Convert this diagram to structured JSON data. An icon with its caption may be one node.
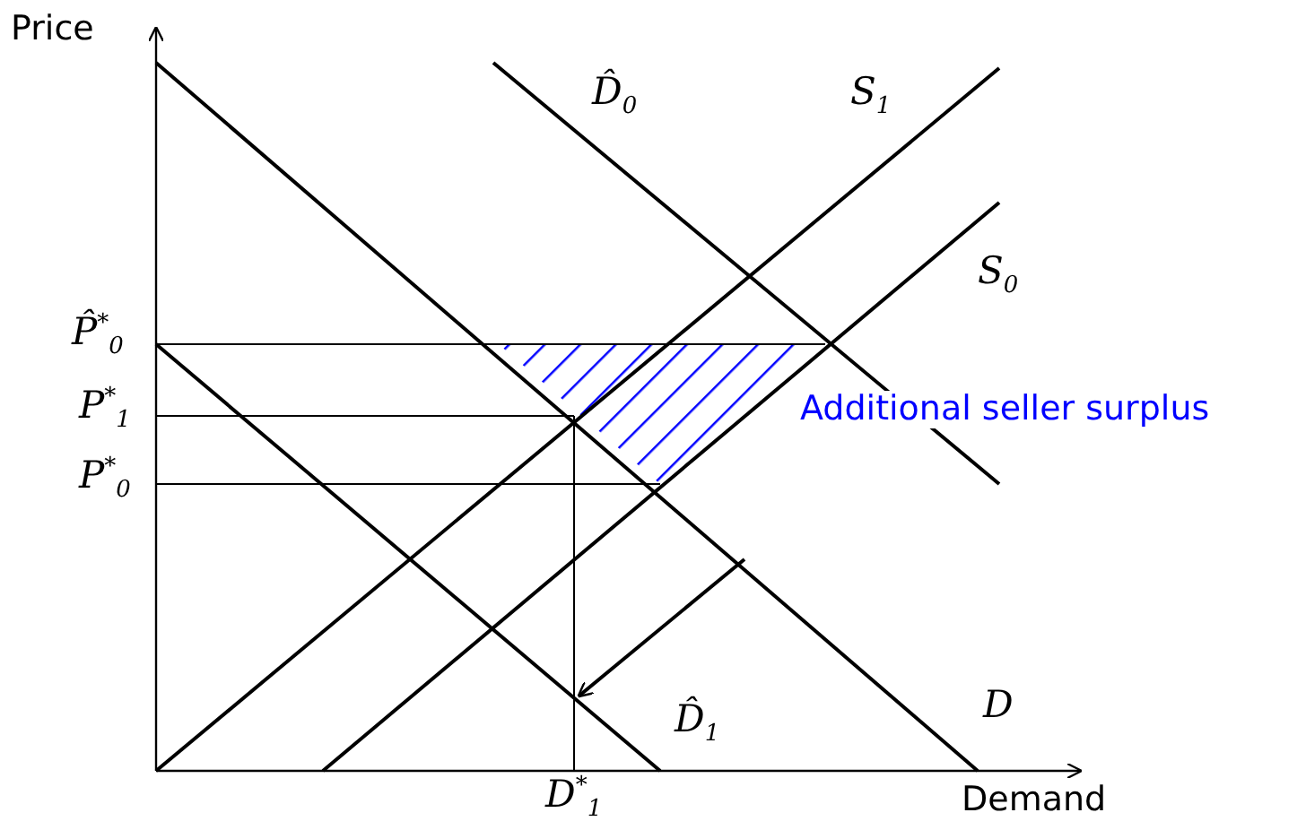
{
  "diagram": {
    "labels": [
      "Price",
      "D̂$_{0}$",
      "S$_{1}$",
      "S$_{0}$",
      "P̂$^{*}$$_{0}$",
      "P$^{*}$$_{1}$",
      "Additional seller surplus",
      "P$^{*}$$_{0}$",
      "D̂$_{1}$",
      "D",
      "D$^{*}$$_{1}$",
      "Demand"
    ]
  }
}
